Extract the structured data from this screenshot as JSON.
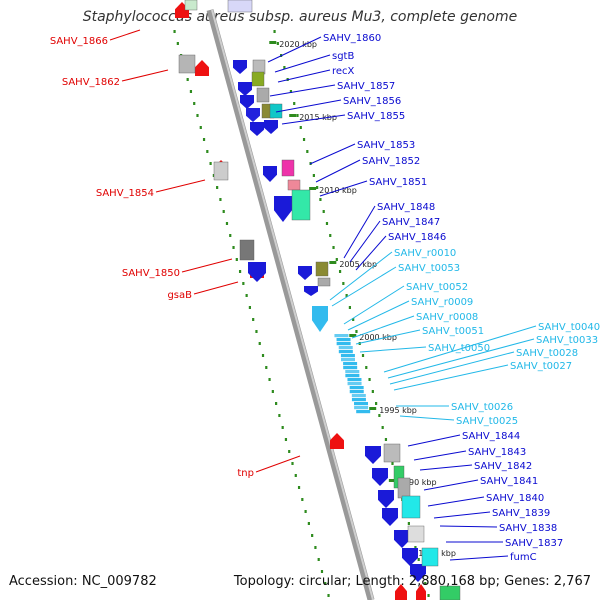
{
  "title": "Staphylococcus aureus subsp. aureus Mu3, complete genome",
  "footer": {
    "accession": "Accession: NC_009782",
    "topology": "Topology: circular; Length: 2,880,168 bp; Genes: 2,767"
  },
  "colors": {
    "left_labels": "#e00000",
    "right_labels_protein": "#0a0ad0",
    "right_labels_rna": "#22b8e8",
    "backbone": "#888888",
    "tick_marks": "#2e8b1e"
  },
  "kbp_ticks": [
    "2020 kbp",
    "2015 kbp",
    "2010 kbp",
    "2005 kbp",
    "2000 kbp",
    "1995 kbp",
    "1990 kbp",
    "1985 kbp"
  ],
  "left_labels": [
    "SAHV_1866",
    "SAHV_1862",
    "SAHV_1854",
    "SAHV_1850",
    "gsaB",
    "tnp"
  ],
  "right_labels": [
    "SAHV_1860",
    "sgtB",
    "recX",
    "SAHV_1857",
    "SAHV_1856",
    "SAHV_1855",
    "SAHV_1853",
    "SAHV_1852",
    "SAHV_1851",
    "SAHV_1848",
    "SAHV_1847",
    "SAHV_1846",
    "SAHV_r0010",
    "SAHV_t0053",
    "SAHV_t0052",
    "SAHV_r0009",
    "SAHV_r0008",
    "SAHV_t0051",
    "SAHV_t0050",
    "SAHV_t0040",
    "SAHV_t0033",
    "SAHV_t0028",
    "SAHV_t0027",
    "SAHV_t0026",
    "SAHV_t0025",
    "SAHV_1844",
    "SAHV_1843",
    "SAHV_1842",
    "SAHV_1841",
    "SAHV_1840",
    "SAHV_1839",
    "SAHV_1838",
    "SAHV_1837",
    "fumC"
  ]
}
